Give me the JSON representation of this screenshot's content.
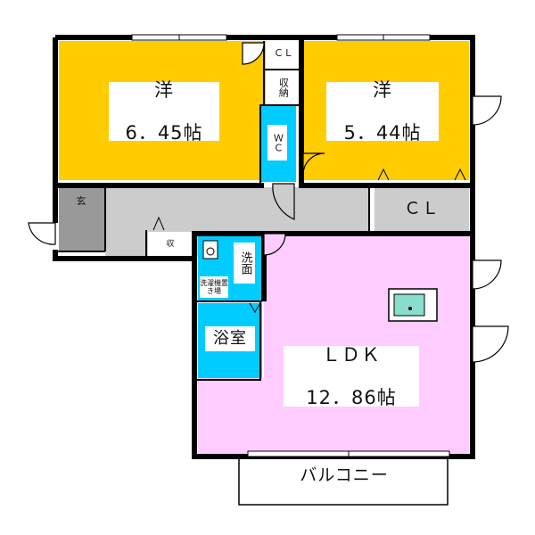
{
  "colors": {
    "western_room": "#ffcc00",
    "wet_area": "#00ccff",
    "ldk": "#ffccff",
    "hallway": "#cccccc",
    "entrance": "#999999",
    "wall": "#000000",
    "kitchen_sink": "#88ddcc"
  },
  "rooms": {
    "western1": {
      "name": "洋",
      "size": "6．45帖"
    },
    "western2": {
      "name": "洋",
      "size": "5．44帖"
    },
    "ldk": {
      "name": "ＬＤＫ",
      "size": "12．86帖"
    },
    "closet_top": {
      "label": "ＣＬ"
    },
    "storage_top": {
      "label": "収納"
    },
    "wc": {
      "label": "ＷＣ"
    },
    "closet_right": {
      "label": "ＣＬ"
    },
    "entrance": {
      "label": "玄"
    },
    "storage_hall": {
      "label": "収"
    },
    "washroom": {
      "label": "洗面"
    },
    "washer_space": {
      "label": "洗濯機置き場"
    },
    "bathroom": {
      "label": "浴室"
    },
    "balcony": {
      "label": "バルコニー"
    }
  }
}
